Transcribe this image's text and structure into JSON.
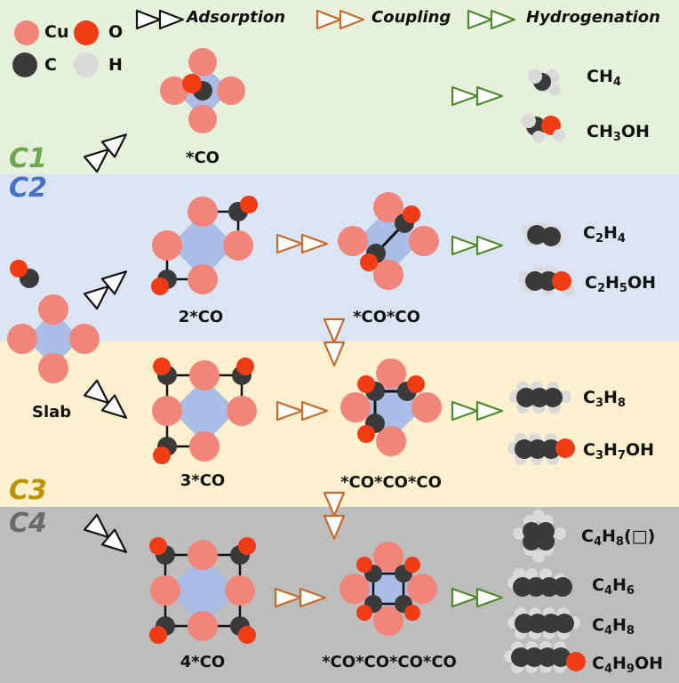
{
  "legend": {
    "atoms": [
      {
        "label": "Cu",
        "color": "#f2857a"
      },
      {
        "label": "O",
        "color": "#f03c14"
      },
      {
        "label": "C",
        "color": "#3a3a3a"
      },
      {
        "label": "H",
        "color": "#dadada"
      }
    ],
    "arrows": [
      {
        "label": "Adsorption",
        "color": "#111111"
      },
      {
        "label": "Coupling",
        "color": "#c8692a"
      },
      {
        "label": "Hydrogenation",
        "color": "#4e8a2c"
      }
    ]
  },
  "panels": [
    {
      "tag": "C1",
      "tag_color": "#6aa84f",
      "bg": "#e6f1dc"
    },
    {
      "tag": "C2",
      "tag_color": "#4472c4",
      "bg": "#dbe4f3"
    },
    {
      "tag": "C3",
      "tag_color": "#bf9000",
      "bg": "#fcf0cf"
    },
    {
      "tag": "C4",
      "tag_color": "#6b6b6b",
      "bg": "#bdbdbd"
    }
  ],
  "slab_label": "Slab",
  "labels": {
    "c1_ads": "*CO",
    "c2_ads": "2*CO",
    "c2_coupled": "*CO*CO",
    "c3_ads": "3*CO",
    "c3_coupled": "*CO*CO*CO",
    "c4_ads": "4*CO",
    "c4_coupled": "*CO*CO*CO*CO"
  },
  "products": {
    "c1": [
      {
        "parts": [
          [
            "CH",
            ""
          ],
          [
            "4",
            "sub"
          ]
        ]
      },
      {
        "parts": [
          [
            "CH",
            ""
          ],
          [
            "3",
            "sub"
          ],
          [
            "OH",
            ""
          ]
        ]
      }
    ],
    "c2": [
      {
        "parts": [
          [
            "C",
            ""
          ],
          [
            "2",
            "sub"
          ],
          [
            "H",
            ""
          ],
          [
            "4",
            "sub"
          ]
        ]
      },
      {
        "parts": [
          [
            "C",
            ""
          ],
          [
            "2",
            "sub"
          ],
          [
            "H",
            ""
          ],
          [
            "5",
            "sub"
          ],
          [
            "OH",
            ""
          ]
        ]
      }
    ],
    "c3": [
      {
        "parts": [
          [
            "C",
            ""
          ],
          [
            "3",
            "sub"
          ],
          [
            "H",
            ""
          ],
          [
            "8",
            "sub"
          ]
        ]
      },
      {
        "parts": [
          [
            "C",
            ""
          ],
          [
            "3",
            "sub"
          ],
          [
            "H",
            ""
          ],
          [
            "7",
            "sub"
          ],
          [
            "OH",
            ""
          ]
        ]
      }
    ],
    "c4": [
      {
        "parts": [
          [
            "C",
            ""
          ],
          [
            "4",
            "sub"
          ],
          [
            "H",
            ""
          ],
          [
            "8",
            "sub"
          ],
          [
            "(□)",
            ""
          ]
        ]
      },
      {
        "parts": [
          [
            "C",
            ""
          ],
          [
            "4",
            "sub"
          ],
          [
            "H",
            ""
          ],
          [
            "6",
            "sub"
          ]
        ]
      },
      {
        "parts": [
          [
            "C",
            ""
          ],
          [
            "4",
            "sub"
          ],
          [
            "H",
            ""
          ],
          [
            "8",
            "sub"
          ]
        ]
      },
      {
        "parts": [
          [
            "C",
            ""
          ],
          [
            "4",
            "sub"
          ],
          [
            "H",
            ""
          ],
          [
            "9",
            "sub"
          ],
          [
            "OH",
            ""
          ]
        ]
      }
    ]
  }
}
